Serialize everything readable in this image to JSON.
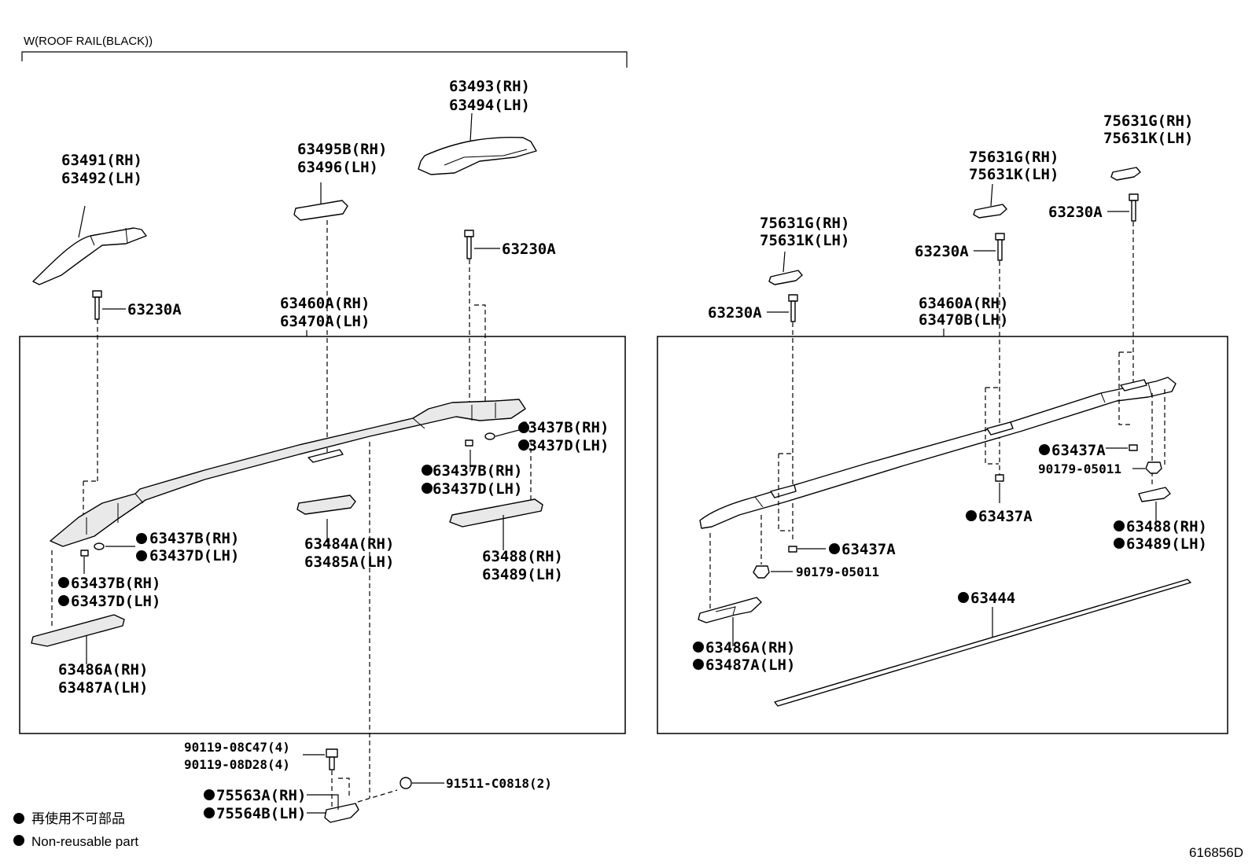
{
  "header": {
    "title": "W(ROOF RAIL(BLACK))"
  },
  "left": {
    "p63491": "63491(RH)",
    "p63492": "63492(LH)",
    "p63495b": "63495B(RH)",
    "p63496": "63496(LH)",
    "p63493": "63493(RH)",
    "p63494": "63494(LH)",
    "bolt_a": "63230A",
    "bolt_b": "63230A",
    "rail_rh": "63460A(RH)",
    "rail_lh": "63470A(LH)",
    "c1_rh": "63437B(RH)",
    "c1_lh": "63437D(LH)",
    "c2_rh": "63437B(RH)",
    "c2_lh": "63437D(LH)",
    "c3_rh": "63437B(RH)",
    "c3_lh": "63437D(LH)",
    "c4_rh": "63437B(RH)",
    "c4_lh": "63437D(LH)",
    "p63484": "63484A(RH)",
    "p63485": "63485A(LH)",
    "p63488": "63488(RH)",
    "p63489": "63489(LH)",
    "p63486": "63486A(RH)",
    "p63487": "63487A(LH)",
    "bolt1": "90119-08C47(4)",
    "bolt2": "90119-08D28(4)",
    "br_rh": "75563A(RH)",
    "br_lh": "75564B(LH)",
    "clip": "91511-C0818(2)"
  },
  "right": {
    "cap1_rh": "75631G(RH)",
    "cap1_lh": "75631K(LH)",
    "cap2_rh": "75631G(RH)",
    "cap2_lh": "75631K(LH)",
    "cap3_rh": "75631G(RH)",
    "cap3_lh": "75631K(LH)",
    "bolt1": "63230A",
    "bolt2": "63230A",
    "bolt3": "63230A",
    "rail_rh": "63460A(RH)",
    "rail_lh": "63470B(LH)",
    "clip1": "63437A",
    "clip2": "63437A",
    "clip3": "63437A",
    "nut1": "90179-05011",
    "nut2": "90179-05011",
    "p63488": "63488(RH)",
    "p63489": "63489(LH)",
    "p63444": "63444",
    "p63486": "63486A(RH)",
    "p63487": "63487A(LH)"
  },
  "legend": {
    "jp": "再使用不可部品",
    "en": "Non-reusable part"
  },
  "diagram_id": "616856D"
}
